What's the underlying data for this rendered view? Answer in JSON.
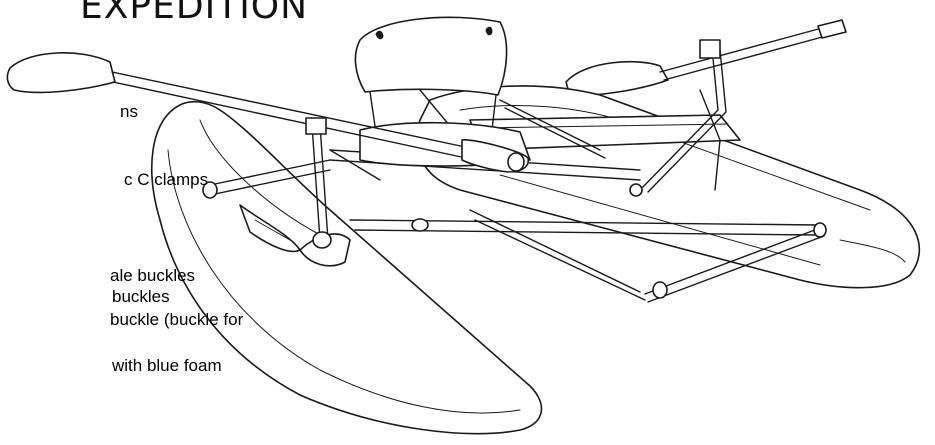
{
  "title": "EXPEDITION",
  "partial_labels": [
    "ns",
    "c C clamps",
    "ale buckles",
    "buckles",
    "buckle  (buckle for",
    " with blue foam"
  ]
}
